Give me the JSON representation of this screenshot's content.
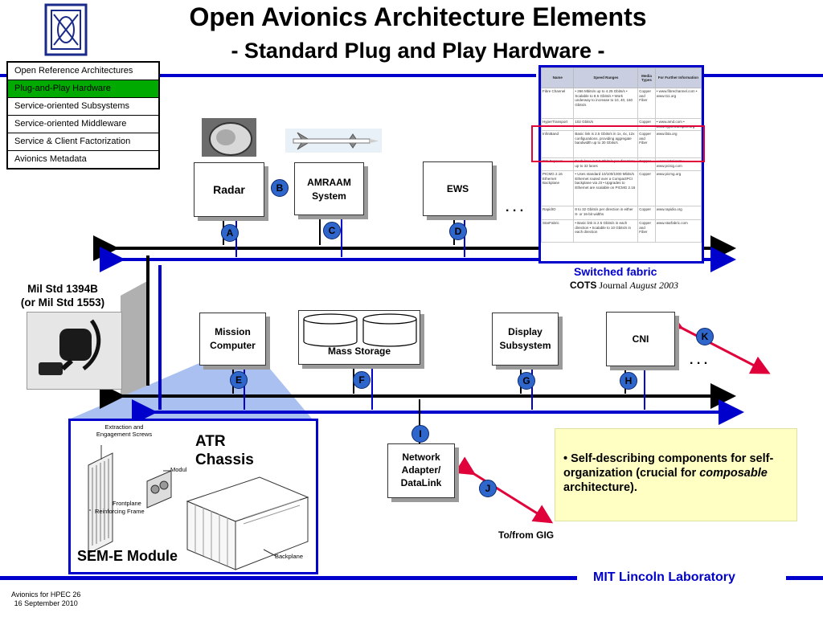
{
  "slide": {
    "title": "Open Avionics Architecture Elements",
    "subtitle": "- Standard Plug and Play Hardware -"
  },
  "menu": {
    "items": [
      {
        "label": "Open Reference Architectures",
        "active": false
      },
      {
        "label": "Plug-and-Play Hardware",
        "active": true
      },
      {
        "label": "Service-oriented Subsystems",
        "active": false
      },
      {
        "label": "Service-oriented Middleware",
        "active": false
      },
      {
        "label": "Service & Client Factorization",
        "active": false
      },
      {
        "label": "Avionics Metadata",
        "active": false
      }
    ]
  },
  "diagram": {
    "top_boxes": {
      "radar": "Radar",
      "amraam_line1": "AMRAAM",
      "amraam_line2": "System",
      "ews": "EWS",
      "ellipsis": ". . ."
    },
    "bottom_boxes": {
      "mission_line1": "Mission",
      "mission_line2": "Computer",
      "mass_storage": "Mass Storage",
      "display_line1": "Display",
      "display_line2": "Subsystem",
      "cni": "CNI",
      "ellipsis": ". . ."
    },
    "network": {
      "line1": "Network",
      "line2": "Adapter/",
      "line3": "DataLink"
    },
    "badges": {
      "a": "A",
      "b": "B",
      "c": "C",
      "d": "D",
      "e": "E",
      "f": "F",
      "g": "G",
      "h": "H",
      "i": "I",
      "j": "J",
      "k": "K"
    },
    "labels": {
      "milstd_line1": "Mil Std 1394B",
      "milstd_line2": "(or Mil Std 1553)",
      "switched_fabric": "Switched fabric",
      "cots_brand": "COTS",
      "cots_journal": "Journal",
      "cots_date": "August 2003",
      "to_from_gig": "To/from GIG"
    }
  },
  "fabric_table": {
    "headers": [
      "Name",
      "Speed Ranges",
      "Media Types",
      "For Further Information"
    ],
    "rows": [
      [
        "Fibre Channel",
        "• 266 Mbits/s up to 4.25 Gbits/s • Scalable to 8.5 Gbits/s • Work underway to increase to 10, 40, 160 Gbits/s",
        "Copper and Fiber",
        "• www.fibrechannel.com • www.t11.org"
      ],
      [
        "HyperTransport",
        "102 Gbits/s",
        "Copper",
        "• www.amd.com • www.hypertransport.org"
      ],
      [
        "InfiniBand",
        "Basic link is 2.5 Gbits/s in 1x, 4x, 12x configurations, providing aggregate bandwidth up to 30 Gbits/s",
        "Copper and Fiber",
        "www.ibta.org"
      ],
      [
        "PCI Express",
        "Each lane is 2.5 Gbits/s per direction; up to 32 lanes",
        "Copper",
        "• www.intel.com • www.pcisig.com"
      ],
      [
        "PICMG 2.16 Ethernet Backplane",
        "• Uses standard 10/100/1000 Mbits/s Ethernet routed over a CompactPCI backplane via J3 • Upgrades to Ethernet are scalable on PICMG 2.16",
        "Copper",
        "www.picmg.org"
      ],
      [
        "RapidIO",
        "8 to 32 Gbits/s per direction in either 8- or 16-bit widths",
        "Copper",
        "www.rapidio.org"
      ],
      [
        "StarFabric",
        "• Basic link is 2.5 Gbits/s in each direction • Scalable to 10 Gbits/s in each direction",
        "Copper and Fiber",
        "www.starfabric.com"
      ]
    ]
  },
  "sem": {
    "atr_line1": "ATR",
    "atr_line2": "Chassis",
    "module_label": "SEM-E Module",
    "callout_extraction": "Extraction and Engagement Screws",
    "callout_modul": "Modul",
    "callout_frontplane": "Frontplane",
    "callout_reinforcing": "Reinforcing Frame",
    "callout_backplane": "Backplane"
  },
  "note": {
    "bullet": "•",
    "text_pre": "Self-describing components for self-organization (crucial for",
    "text_em": "composable",
    "text_post": "architecture)."
  },
  "footer": {
    "lab": "MIT Lincoln Laboratory",
    "line1": "Avionics for HPEC  26",
    "line2": "16 September 2010"
  },
  "colors": {
    "blue_bus": "#0000cc",
    "black_bus": "#000000",
    "active_menu": "#00aa00",
    "badge": "#2f66cc",
    "note_bg": "#ffffc4",
    "link_red": "#e0003a"
  }
}
